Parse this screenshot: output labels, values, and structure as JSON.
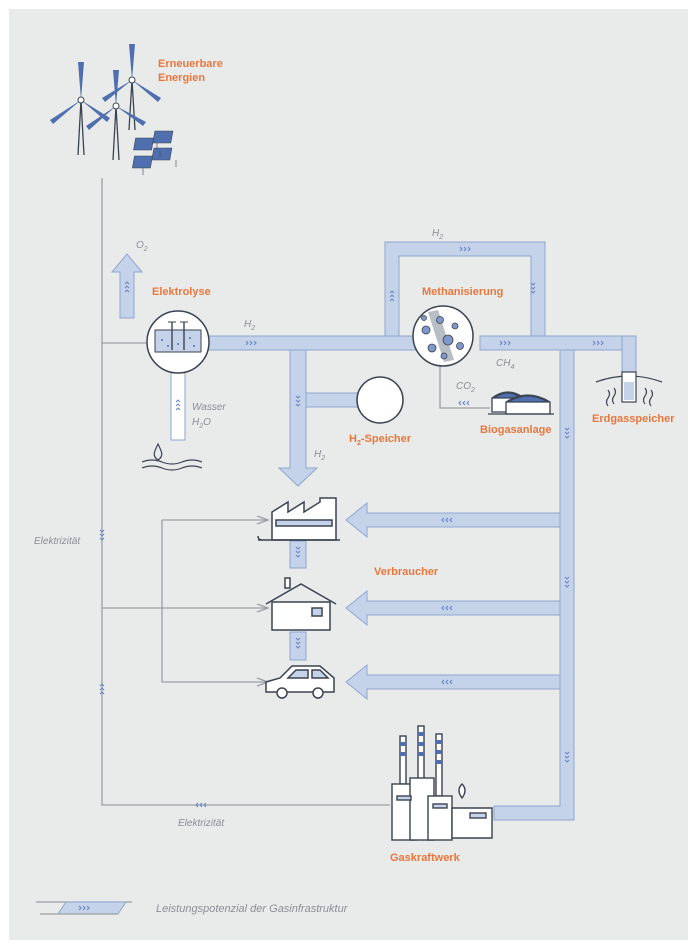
{
  "labels": {
    "erneuerbare_line1": "Erneuerbare",
    "erneuerbare_line2": "Energien",
    "elektrolyse": "Elektrolyse",
    "methanisierung": "Methanisierung",
    "h2_speicher": "H",
    "h2_speicher_sub": "2",
    "h2_speicher_rest": "-Speicher",
    "biogasanlage": "Biogasanlage",
    "erdgasspeicher": "Erdgasspeicher",
    "verbraucher": "Verbraucher",
    "gaskraftwerk": "Gaskraftwerk",
    "wasser": "Wasser",
    "h2o_h": "H",
    "h2o_sub": "2",
    "h2o_o": "O",
    "o2": "O",
    "o2_sub": "2",
    "h2_a": "H",
    "h2_a_sub": "2",
    "h2_b": "H",
    "h2_b_sub": "2",
    "h2_c": "H",
    "h2_c_sub": "2",
    "ch4": "CH",
    "ch4_sub": "4",
    "co2": "CO",
    "co2_sub": "2",
    "elektrizitaet_left": "Elektrizität",
    "elektrizitaet_bottom": "Elektrizität"
  },
  "legend": {
    "text": "Leistungspotenzial der Gasinfrastruktur"
  },
  "colors": {
    "background": "#e9ebeb",
    "pipe_fill": "#c5d3ea",
    "pipe_stroke": "#8fa6cf",
    "accent_orange": "#e8773e",
    "electric_line": "#9a9fa5",
    "icon_dark": "#3a4350",
    "icon_blue": "#4f6fae"
  },
  "icons": [
    "wind-turbine-icon",
    "solar-panel-icon",
    "electrolyser-icon",
    "methanation-icon",
    "tank-icon",
    "biogas-icon",
    "underground-storage-icon",
    "factory-icon",
    "house-icon",
    "car-icon",
    "power-plant-icon",
    "water-drop-icon"
  ]
}
